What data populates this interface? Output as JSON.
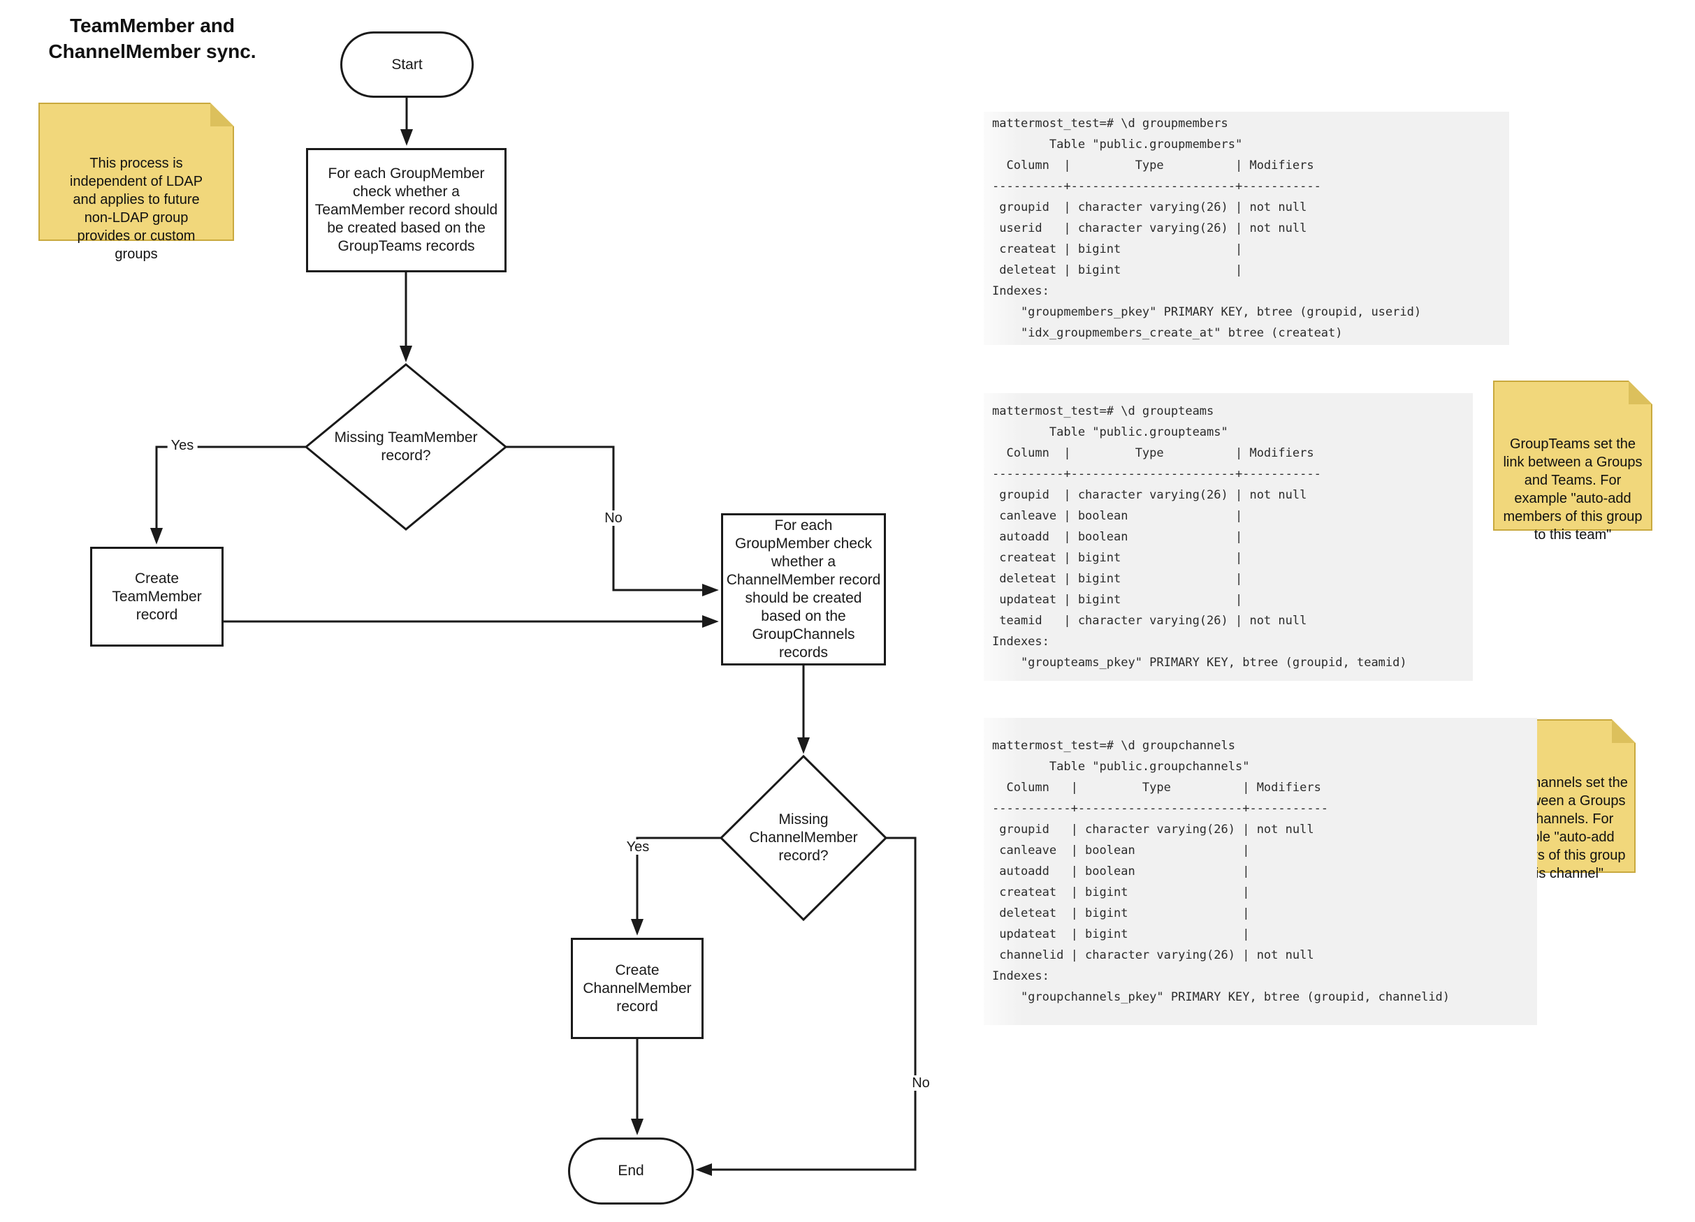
{
  "title": "TeamMember and\nChannelMember sync.",
  "flowchart": {
    "start": "Start",
    "process_team": "For each GroupMember\ncheck whether a\nTeamMember record should\nbe created based on the\nGroupTeams records",
    "decision_team": "Missing TeamMember\nrecord?",
    "label_yes_team": "Yes",
    "label_no_team": "No",
    "create_team": "Create\nTeamMember\nrecord",
    "process_channel": "For each\nGroupMember check\nwhether a\nChannelMember record\nshould be created\nbased on the\nGroupChannels\nrecords",
    "decision_channel": "Missing\nChannelMember\nrecord?",
    "label_yes_channel": "Yes",
    "label_no_channel": "No",
    "create_channel": "Create\nChannelMember\nrecord",
    "end": "End"
  },
  "notes": {
    "ldap": "This process is\nindependent of LDAP\nand applies to future\nnon-LDAP group\nprovides or custom\ngroups",
    "groupteams": "GroupTeams set the\nlink between a Groups\nand Teams. For\nexample \"auto-add\nmembers of this group\nto this team\"",
    "groupchannels": "GroupChannels set the\nlink between a Groups\nand Channels. For\nexample \"auto-add\nmembers of this group\nto this channel\""
  },
  "terminals": {
    "groupmembers": {
      "lines": [
        "mattermost_test=# \\d groupmembers",
        "        Table \"public.groupmembers\"",
        "  Column  |         Type          | Modifiers",
        "----------+-----------------------+-----------",
        " groupid  | character varying(26) | not null",
        " userid   | character varying(26) | not null",
        " createat | bigint                |",
        " deleteat | bigint                |",
        "Indexes:",
        "    \"groupmembers_pkey\" PRIMARY KEY, btree (groupid, userid)",
        "    \"idx_groupmembers_create_at\" btree (createat)"
      ]
    },
    "groupteams": {
      "lines": [
        "mattermost_test=# \\d groupteams",
        "        Table \"public.groupteams\"",
        "  Column  |         Type          | Modifiers",
        "----------+-----------------------+-----------",
        " groupid  | character varying(26) | not null",
        " canleave | boolean               |",
        " autoadd  | boolean               |",
        " createat | bigint                |",
        " deleteat | bigint                |",
        " updateat | bigint                |",
        " teamid   | character varying(26) | not null",
        "Indexes:",
        "    \"groupteams_pkey\" PRIMARY KEY, btree (groupid, teamid)"
      ]
    },
    "groupchannels": {
      "lines": [
        "mattermost_test=# \\d groupchannels",
        "        Table \"public.groupchannels\"",
        "  Column   |         Type          | Modifiers",
        "-----------+-----------------------+-----------",
        " groupid   | character varying(26) | not null",
        " canleave  | boolean               |",
        " autoadd   | boolean               |",
        " createat  | bigint                |",
        " deleteat  | bigint                |",
        " updateat  | bigint                |",
        " channelid | character varying(26) | not null",
        "Indexes:",
        "    \"groupchannels_pkey\" PRIMARY KEY, btree (groupid, channelid)"
      ]
    }
  },
  "colors": {
    "note_bg": "#F1D77B",
    "note_border": "#C9A93E",
    "note_fold": "#DCC05C",
    "terminal_bg": "#F2F2F2",
    "line": "#1A1A1A"
  }
}
